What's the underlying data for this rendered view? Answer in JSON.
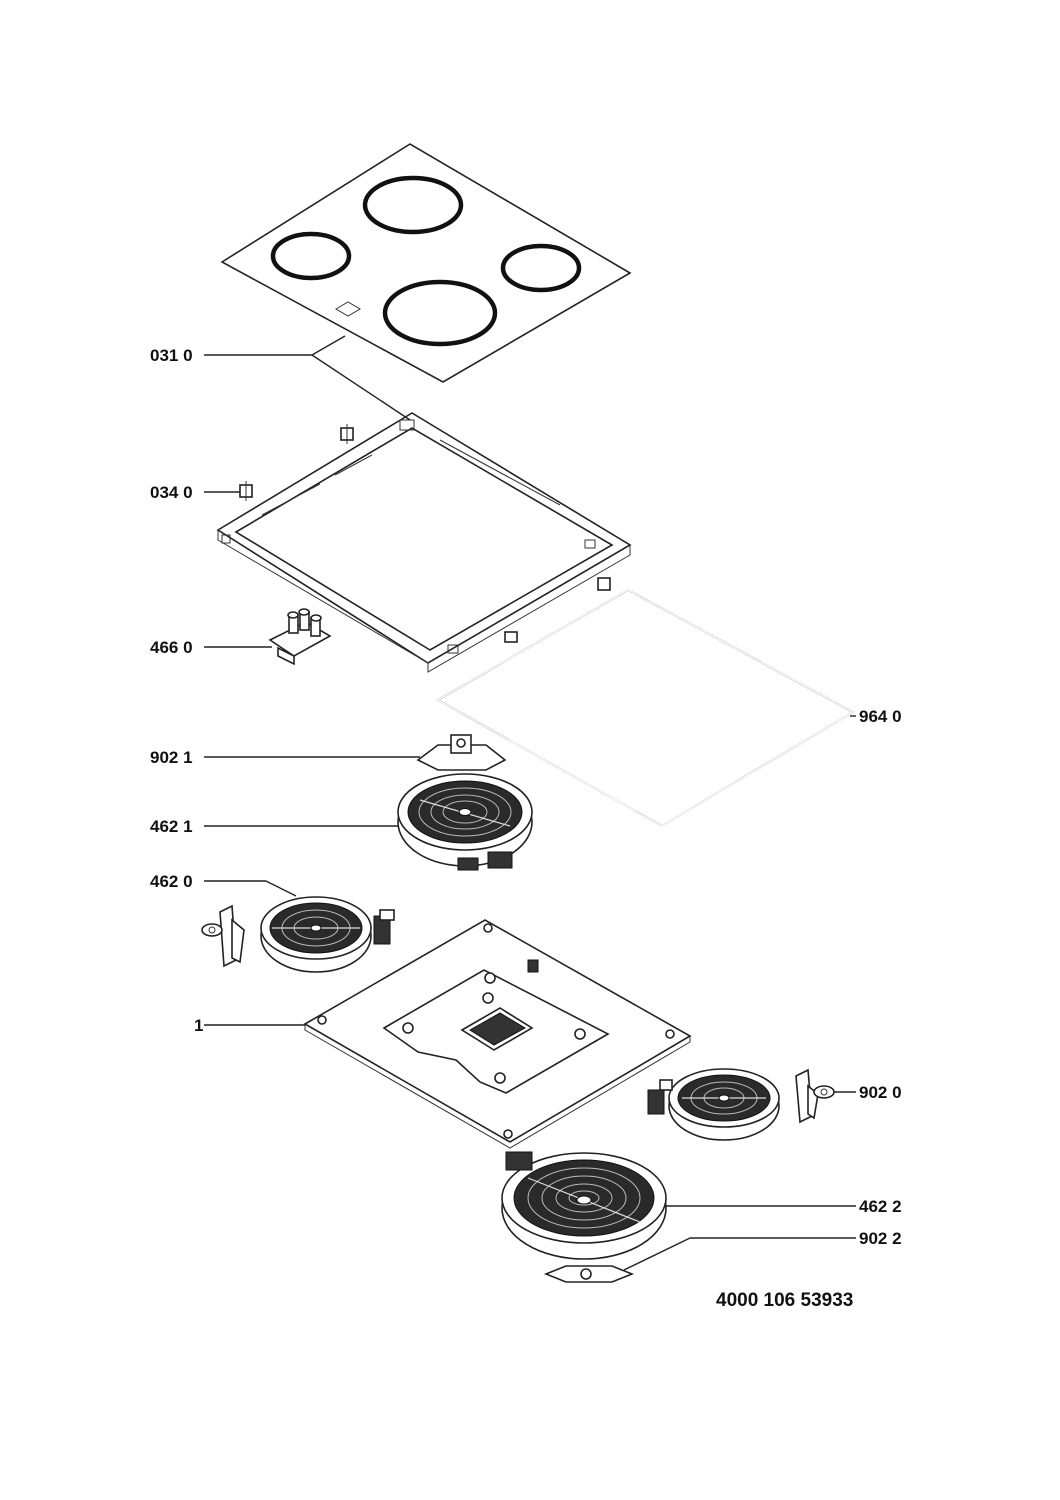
{
  "labels": {
    "l0310": "031 0",
    "l0340": "034 0",
    "l4660": "466 0",
    "l9640": "964 0",
    "l9021": "902 1",
    "l4621": "462 1",
    "l4620": "462 0",
    "l1": "1",
    "l9020": "902 0",
    "l4622": "462 2",
    "l9022": "902 2"
  },
  "drawing_code": "4000 106 53933"
}
